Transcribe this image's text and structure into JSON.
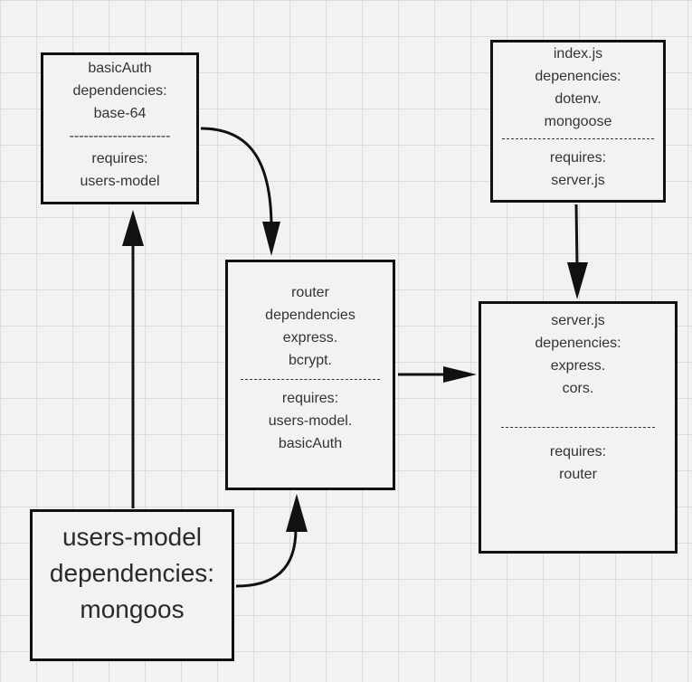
{
  "nodes": {
    "basic_auth": {
      "title": "basicAuth",
      "line1": "dependencies:",
      "line2": "base-64",
      "divider": "---------------------",
      "req_label": "requires:",
      "req1": "users-model"
    },
    "index_js": {
      "title": "index.js",
      "line1": "depenencies:",
      "line2": "dotenv.",
      "line3": "mongoose",
      "req_label": "requires:",
      "req1": "server.js"
    },
    "router": {
      "title": "router",
      "line1": "dependencies",
      "line2": "express.",
      "line3": "bcrypt.",
      "req_label": "requires:",
      "req1": "users-model.",
      "req2": "basicAuth"
    },
    "server_js": {
      "title": "server.js",
      "line1": "depenencies:",
      "line2": "express.",
      "line3": "cors.",
      "req_label": "requires:",
      "req1": "router"
    },
    "users_model": {
      "title": "users-model",
      "line1": "dependencies:",
      "line2": "mongoos"
    }
  },
  "edges": [
    {
      "from": "users-model",
      "to": "basicAuth"
    },
    {
      "from": "basicAuth",
      "to": "router"
    },
    {
      "from": "users-model",
      "to": "router"
    },
    {
      "from": "index.js",
      "to": "server.js"
    },
    {
      "from": "router",
      "to": "server.js"
    }
  ]
}
